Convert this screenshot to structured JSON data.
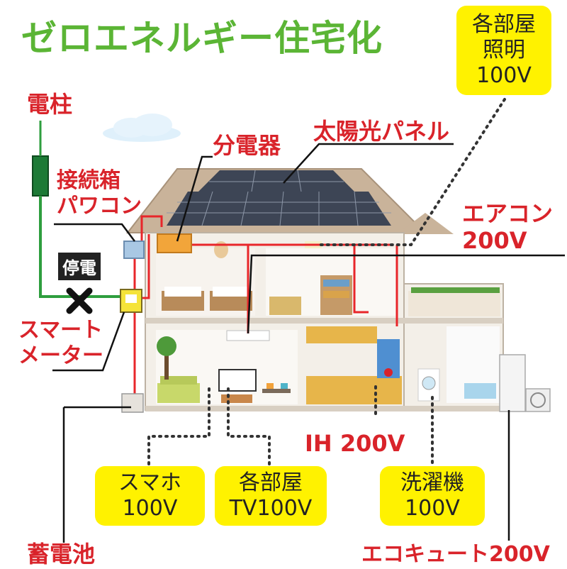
{
  "title": "ゼロエネルギー住宅化",
  "labels": {
    "utility_pole": "電柱",
    "junction_box_line1": "接続箱",
    "junction_box_line2": "パワコン",
    "power_outage": "停電",
    "smart_meter_line1": "スマート",
    "smart_meter_line2": "メーター",
    "distribution_board": "分電器",
    "solar_panel": "太陽光パネル",
    "air_conditioner_line1": "エアコン",
    "air_conditioner_line2": "200V",
    "ih": "IH 200V",
    "storage_battery": "蓄電池",
    "ecocute": "エコキュート200V"
  },
  "callouts": {
    "room_lighting": [
      "各部屋",
      "照明",
      "100V"
    ],
    "smartphone": [
      "スマホ",
      "100V"
    ],
    "room_tv": [
      "各部屋",
      "TV100V"
    ],
    "washing_machine": [
      "洗濯機",
      "100V"
    ]
  },
  "colors": {
    "title_green": "#5bb535",
    "label_red": "#d9232a",
    "callout_yellow": "#fff200",
    "grid_line_green": "#2e9e3e",
    "wiring_red": "#e8262a",
    "roof_tan": "#c9b39a",
    "panel_dark": "#3d4555",
    "house_wall": "#f3efe8"
  },
  "icons": [
    "utility-pole-icon",
    "outage-x-icon",
    "solar-panel-icon",
    "house-illustration",
    "storage-battery-icon",
    "ecocute-unit-icon"
  ]
}
